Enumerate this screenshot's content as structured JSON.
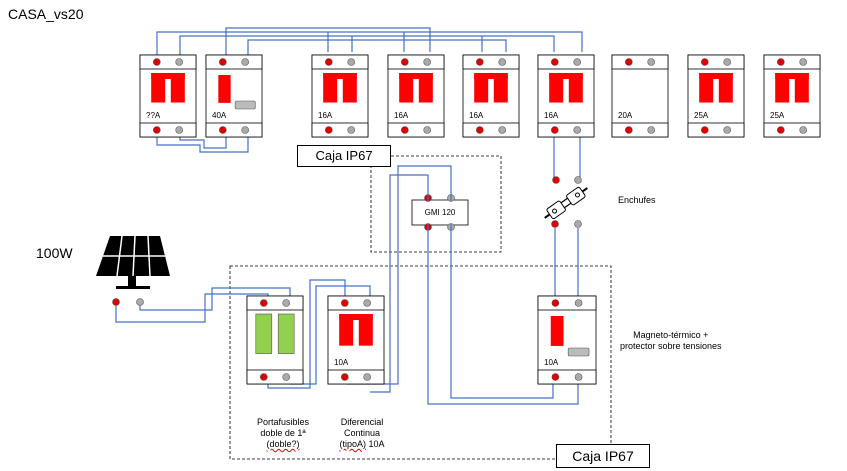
{
  "title": "CASA_vs20",
  "panel_power": "100W",
  "breakers": [
    {
      "id": "b1",
      "rating": "??A",
      "kind": "double"
    },
    {
      "id": "b2",
      "rating": "40A",
      "kind": "single-surge"
    },
    {
      "id": "b3",
      "rating": "16A",
      "kind": "double"
    },
    {
      "id": "b4",
      "rating": "16A",
      "kind": "double"
    },
    {
      "id": "b5",
      "rating": "16A",
      "kind": "double"
    },
    {
      "id": "b6",
      "rating": "16A",
      "kind": "double"
    },
    {
      "id": "b7",
      "rating": "20A",
      "kind": "empty"
    },
    {
      "id": "b8",
      "rating": "25A",
      "kind": "double"
    },
    {
      "id": "b9",
      "rating": "25A",
      "kind": "double"
    }
  ],
  "box_top_label": "Caja IP67",
  "box_bottom_label": "Caja IP67",
  "gmi_label": "GMI 120",
  "plug_label": "Enchufes",
  "fuse_label": "Portafusibles doble de 1ª (doble?)",
  "fuse_label_parts": {
    "l1": "Portafusibles",
    "l2": "doble de 1ª",
    "l3": "(doble?)"
  },
  "rcd_label_parts": {
    "l1": "Diferencial",
    "l2": "Continua",
    "l3a": "(tipoA)",
    "l3b": "10A"
  },
  "rcd_rating": "10A",
  "mcb_rating": "10A",
  "mcb_label_parts": {
    "l1": "Magneto-térmico +",
    "l2": "protector sobre tensiones"
  },
  "colors": {
    "wire": "#4472c4",
    "red": "#ff0000",
    "dot_red": "#e00000",
    "fuse_green": "#92d050",
    "frame": "#000000"
  }
}
